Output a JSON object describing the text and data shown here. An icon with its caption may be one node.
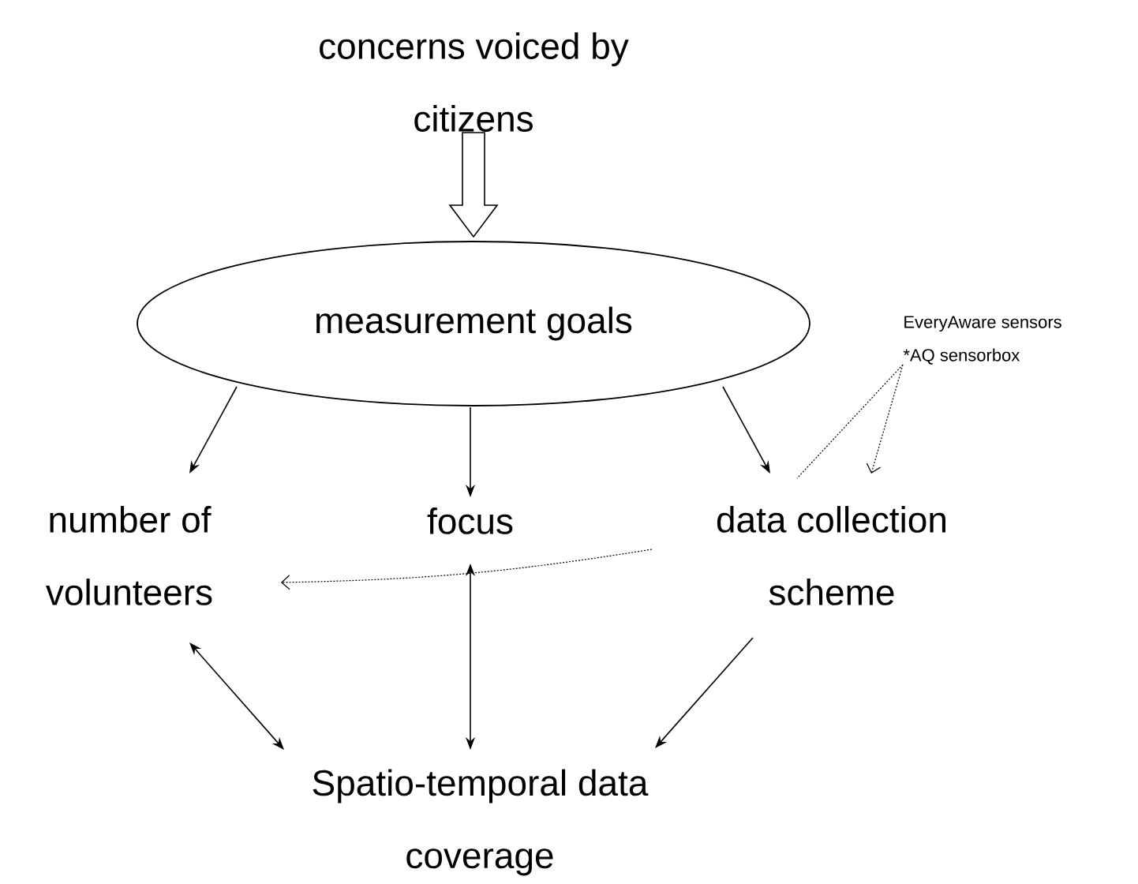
{
  "diagram": {
    "nodes": [
      {
        "text": [
          "concerns voiced by citizens"
        ]
      },
      {
        "text": [
          "measurement goals"
        ]
      },
      {
        "text": [
          "number of volunteers"
        ]
      },
      {
        "text": [
          "focus"
        ]
      },
      {
        "text": [
          "data collection scheme"
        ]
      },
      {
        "text": [
          "Spatio-temporal data coverage"
        ]
      },
      {
        "text": [
          "EveryAware sensors",
          "*AQ sensorbox"
        ]
      }
    ],
    "edges": [
      {
        "from": 0,
        "to": 1,
        "arrow": "to",
        "style": "thick"
      },
      {
        "from": 1,
        "to": 2,
        "arrow": "to"
      },
      {
        "from": 1,
        "to": 3,
        "arrow": "to"
      },
      {
        "from": 1,
        "to": 4,
        "arrow": "to"
      },
      {
        "from": 4,
        "to": 2,
        "arrow": "to",
        "style": "dashed"
      },
      {
        "from": 2,
        "to": 5,
        "arrow": "both"
      },
      {
        "from": 3,
        "to": 5,
        "arrow": "both"
      },
      {
        "from": 4,
        "to": 5,
        "arrow": "to"
      },
      {
        "from": 6,
        "to": 4,
        "arrow": "to",
        "style": "dashed"
      },
      {
        "from": 6,
        "to": 4,
        "arrow": "none",
        "style": "dashed"
      }
    ]
  }
}
